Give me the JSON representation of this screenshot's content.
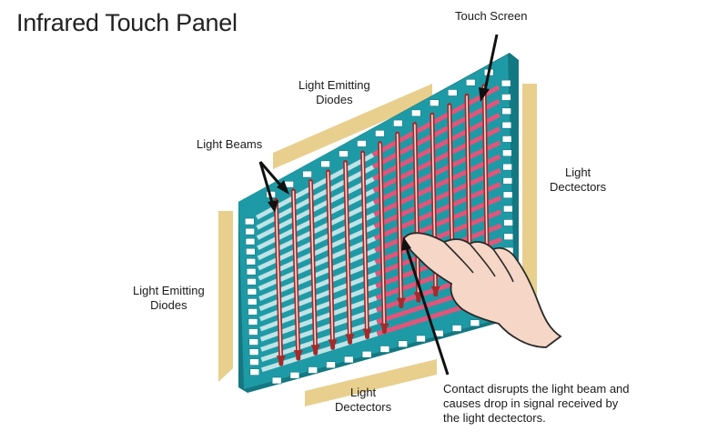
{
  "title": "Infrared Touch Panel",
  "labels": {
    "touch_screen": "Touch Screen",
    "led_top_line1": "Light Emitting",
    "led_top_line2": "Diodes",
    "light_beams": "Light Beams",
    "detectors_right_line1": "Light",
    "detectors_right_line2": "Dectectors",
    "led_left_line1": "Light Emitting",
    "led_left_line2": "Diodes",
    "detectors_bottom_line1": "Light",
    "detectors_bottom_line2": "Dectectors",
    "contact_line1": "Contact disrupts the light beam and",
    "contact_line2": "causes drop in signal received by",
    "contact_line3": "the light dectectors."
  },
  "colors": {
    "panel": "#1e9aa6",
    "panel_dark": "#147882",
    "bracket": "#e8cf8e",
    "led": "#ffffff",
    "beam_pale": "#bfe3e6",
    "beam_red": "#e0567a",
    "arrow": "#a52a2a",
    "hand_fill": "#f6d6c6",
    "hand_stroke": "#2a2a2a"
  }
}
